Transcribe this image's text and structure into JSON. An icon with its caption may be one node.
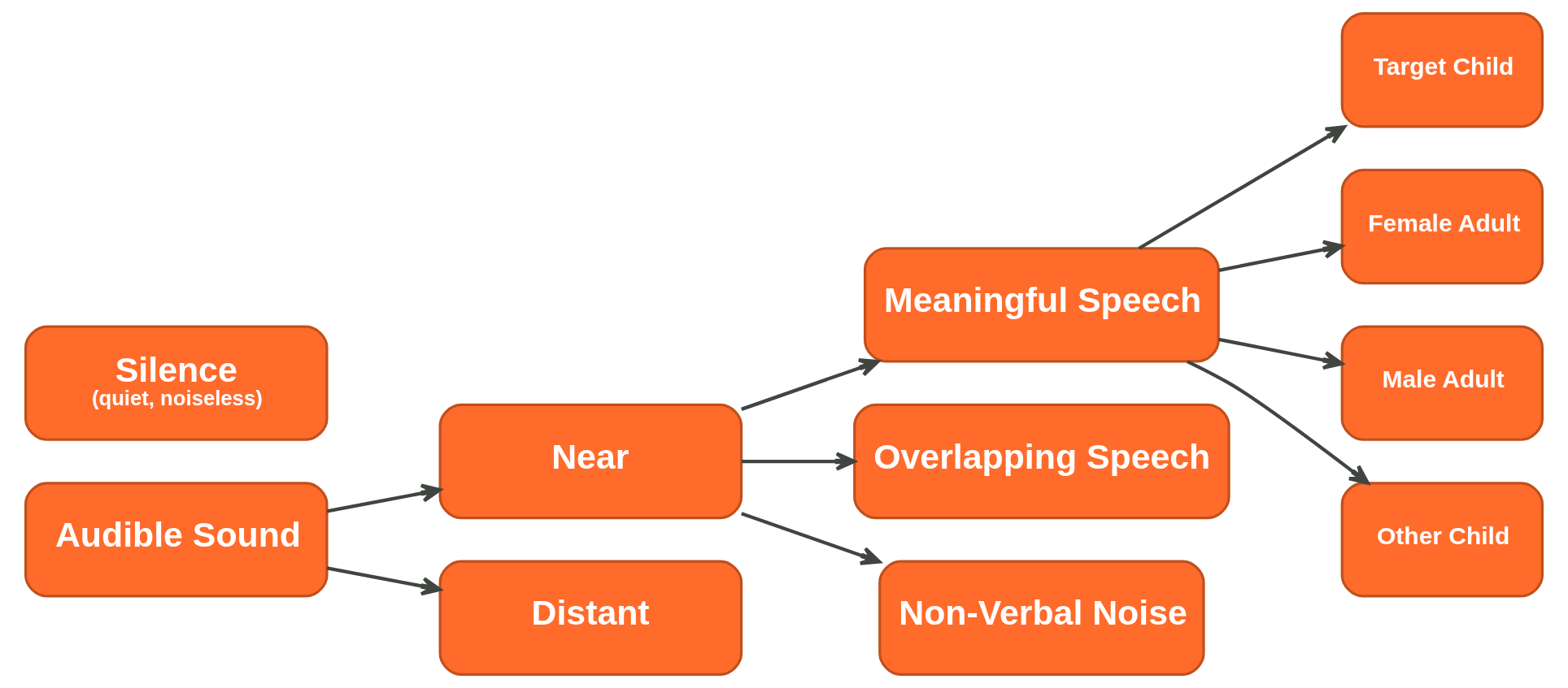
{
  "diagram": {
    "nodes": [
      {
        "text": [
          "Silence",
          "(quiet, noiseless)"
        ]
      },
      {
        "text": [
          "Audible Sound"
        ]
      },
      {
        "text": [
          "Near"
        ]
      },
      {
        "text": [
          "Distant"
        ]
      },
      {
        "text": [
          "Meaningful Speech"
        ]
      },
      {
        "text": [
          "Overlapping Speech"
        ]
      },
      {
        "text": [
          "Non-Verbal Noise"
        ]
      },
      {
        "text": [
          "Target Child"
        ]
      },
      {
        "text": [
          "Female Adult"
        ]
      },
      {
        "text": [
          "Male Adult"
        ]
      },
      {
        "text": [
          "Other Child"
        ]
      }
    ],
    "edges": [
      {
        "from": 1,
        "to": 2,
        "arrow": "to"
      },
      {
        "from": 1,
        "to": 3,
        "arrow": "to"
      },
      {
        "from": 2,
        "to": 4,
        "arrow": "to"
      },
      {
        "from": 2,
        "to": 5,
        "arrow": "to"
      },
      {
        "from": 2,
        "to": 6,
        "arrow": "to"
      },
      {
        "from": 4,
        "to": 7,
        "arrow": "to"
      },
      {
        "from": 4,
        "to": 8,
        "arrow": "to"
      },
      {
        "from": 4,
        "to": 9,
        "arrow": "to"
      },
      {
        "from": 4,
        "to": 10,
        "arrow": "to"
      }
    ]
  }
}
